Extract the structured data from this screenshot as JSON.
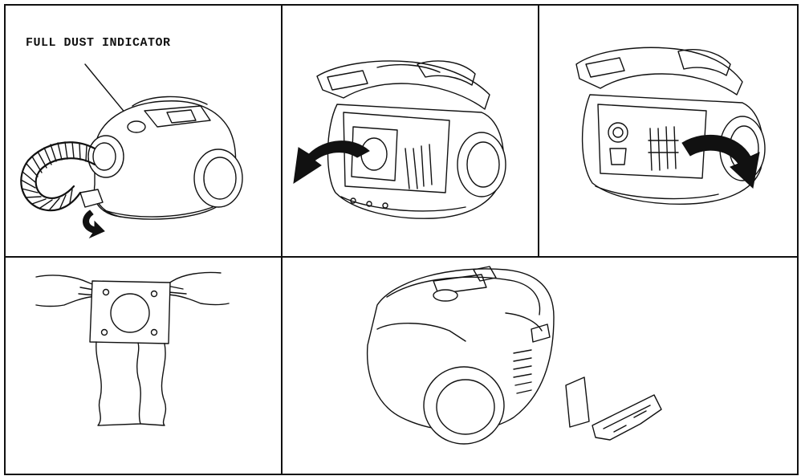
{
  "panels": [
    {
      "id": "panel-1",
      "label": "FULL DUST INDICATOR"
    },
    {
      "id": "panel-2",
      "label": ""
    },
    {
      "id": "panel-3",
      "label": ""
    },
    {
      "id": "panel-4",
      "label": ""
    },
    {
      "id": "panel-5",
      "label": ""
    }
  ],
  "colors": {
    "line": "#111111",
    "background": "#ffffff"
  }
}
